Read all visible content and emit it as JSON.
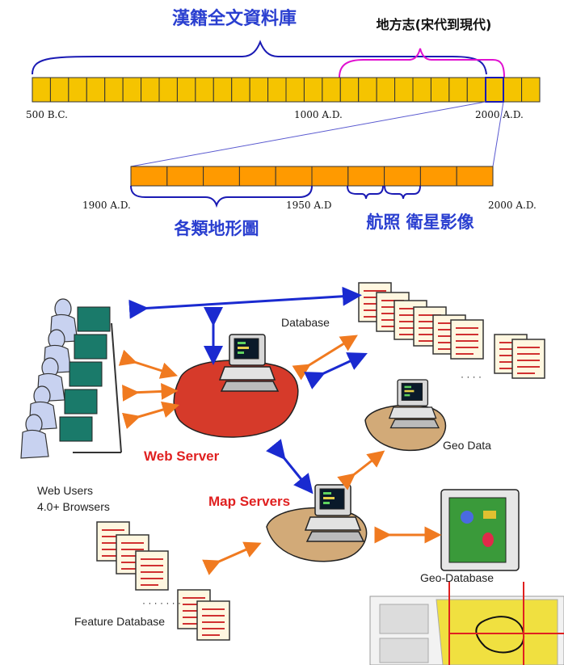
{
  "timeline": {
    "title_full_text_db": "漢籍全文資料庫",
    "title_local_gazetteers": "地方志(宋代到現代)",
    "tick_500bc": "500 B.C.",
    "tick_1000ad": "1000 A.D.",
    "tick_2000ad": "2000 A.D.",
    "zoom_1900ad": "1900 A.D.",
    "zoom_1950ad": "1950 A.D",
    "zoom_2000ad": "2000 A.D.",
    "label_topo_maps": "各類地形圖",
    "label_aerial_satellite": "航照 衛星影像",
    "bar_color": "#f5c400",
    "zoom_bar_color": "#ff9a00",
    "brace_blue": "#1a1ab4",
    "brace_magenta": "#e010d0"
  },
  "architecture": {
    "database_label": "Database",
    "database_ellipsis": "· · · ·",
    "web_server_label": "Web Server",
    "geo_data_label": "Geo Data",
    "map_servers_label": "Map Servers",
    "web_users_label_1": "Web Users",
    "web_users_label_2": "4.0+ Browsers",
    "geo_database_label": "Geo-Database",
    "feature_db_ellipsis": "· · · · · · ·",
    "feature_database_label": "Feature Database",
    "server_label_color": "#e02020"
  }
}
